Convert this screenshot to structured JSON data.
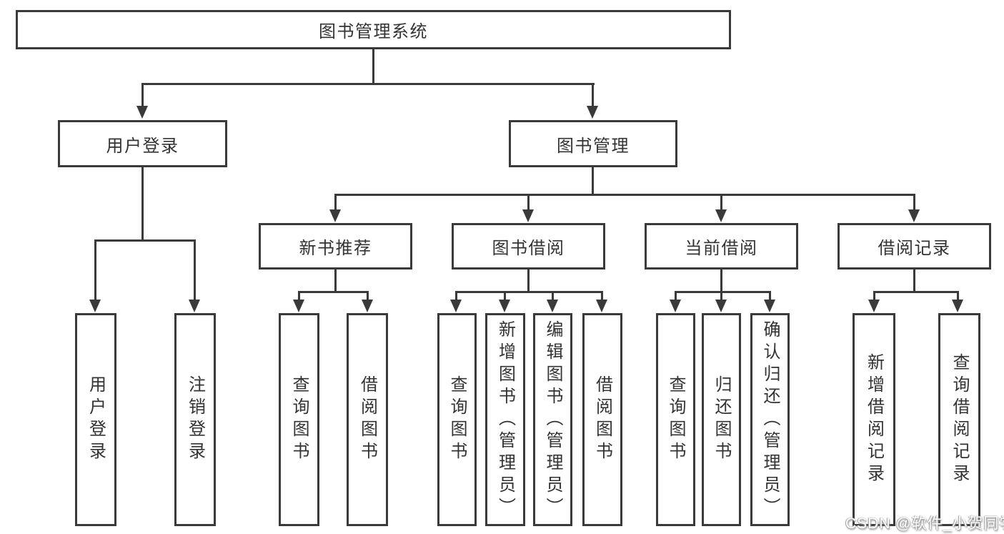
{
  "diagram": {
    "root": "图书管理系统",
    "branches": [
      {
        "label": "用户登录",
        "children": [
          "用户登录",
          "注销登录"
        ]
      },
      {
        "label": "图书管理",
        "children": [
          {
            "label": "新书推荐",
            "children": [
              "查询图书",
              "借阅图书"
            ]
          },
          {
            "label": "图书借阅",
            "children": [
              "查询图书",
              "新增图书（管理员）",
              "编辑图书（管理员）",
              "借阅图书"
            ]
          },
          {
            "label": "当前借阅",
            "children": [
              "查询图书",
              "归还图书",
              "确认归还（管理员）"
            ]
          },
          {
            "label": "借阅记录",
            "children": [
              "新增借阅记录",
              "查询借阅记录"
            ]
          }
        ]
      }
    ],
    "watermark": "CSDN @软件_小贺同学",
    "colors": {
      "line": "#3a3a3a",
      "text": "#333333",
      "bg": "#ffffff"
    }
  }
}
